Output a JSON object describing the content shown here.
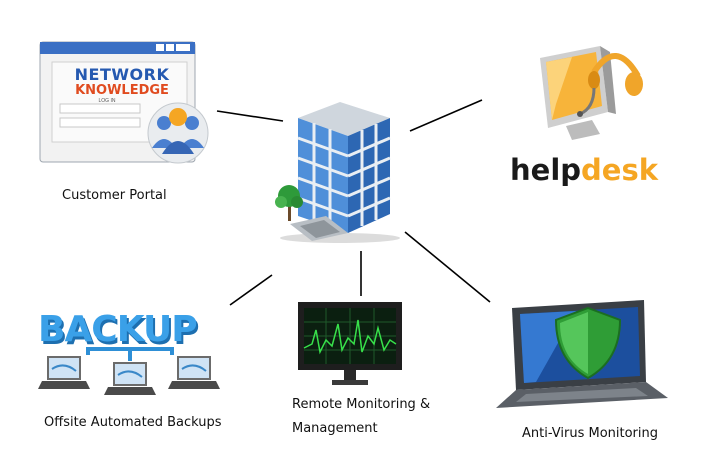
{
  "hub": {
    "icon": "office-building-icon"
  },
  "nodes": {
    "portal": {
      "label": "Customer Portal",
      "logo_line1": "NETWORK",
      "logo_line2": "KNOWLEDGE",
      "login_heading": "LOG IN",
      "icon": "portal-window-icon"
    },
    "helpdesk": {
      "word_dark": "help",
      "word_accent": "desk",
      "icon": "monitor-headset-icon",
      "accent_color": "#f5a623"
    },
    "backup": {
      "label": "Offsite Automated Backups",
      "word": "BACKUP",
      "icon": "laptops-network-icon",
      "accent_color": "#2e8fd6"
    },
    "monitoring": {
      "label_line1": "Remote Monitoring &",
      "label_line2": "Management",
      "icon": "monitor-graph-icon"
    },
    "antivirus": {
      "label": "Anti-Virus Monitoring",
      "icon": "laptop-shield-icon",
      "accent_color": "#3fae3f"
    }
  }
}
